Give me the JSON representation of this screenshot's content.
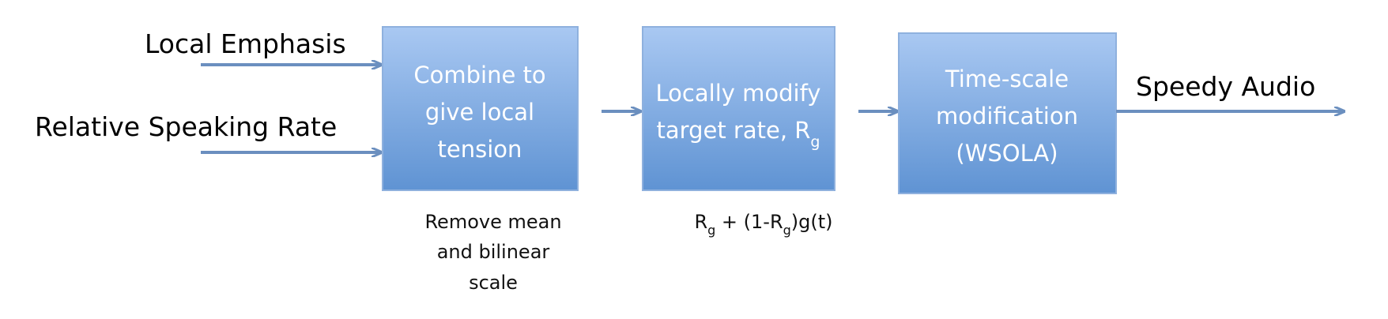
{
  "inputs": {
    "local_emphasis": "Local Emphasis",
    "relative_speaking_rate": "Relative Speaking Rate"
  },
  "boxes": {
    "combine": {
      "line1": "Combine to",
      "line2": "give local",
      "line3": "tension"
    },
    "modify": {
      "line1": "Locally modify",
      "line2": "target rate, R",
      "line2_sub": "g"
    },
    "timescale": {
      "line1": "Time-scale",
      "line2": "modification",
      "line3": "(WSOLA)"
    }
  },
  "output": {
    "label": "Speedy Audio"
  },
  "notes": {
    "combine": {
      "line1": "Remove mean",
      "line2": "and bilinear",
      "line3": "scale"
    },
    "modify": {
      "r1": "R",
      "s1": "g",
      "mid": " + (1-R",
      "s2": "g",
      "end": ")g(t)"
    }
  },
  "colors": {
    "box_top": "#a9c8f2",
    "box_bottom": "#5f93d3",
    "box_border": "#8fb1de",
    "arrow": "#6b8fbf"
  }
}
